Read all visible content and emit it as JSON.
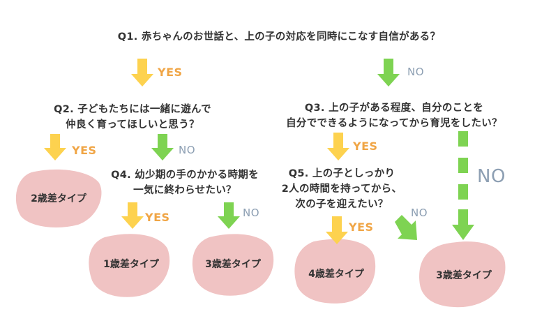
{
  "questions": {
    "q1": "Q1. 赤ちゃんのお世話と、上の子の対応を同時にこなす自信がある？",
    "q2": [
      "Q2. 子どもたちには一緒に遊んで",
      "仲良く育ってほしいと思う？"
    ],
    "q3": [
      "Q3. 上の子がある程度、自分のことを",
      "自分でできるようになってから育児をしたい？"
    ],
    "q4": [
      "Q4. 幼少期の手のかかる時期を",
      "一気に終わらせたい？"
    ],
    "q5": [
      "Q5. 上の子としっかり",
      "2人の時間を持ってから、",
      "次の子を迎えたい？"
    ]
  },
  "answers": {
    "yes": "YES",
    "no": "NO"
  },
  "results": {
    "r1": "2歳差タイプ",
    "r2": "1歳差タイプ",
    "r3": "3歳差タイプ",
    "r4": "4歳差タイプ",
    "r5": "3歳差タイプ"
  },
  "colors": {
    "yes_arrow": "#fdd24f",
    "no_arrow": "#7ed352",
    "yes_text": "#f0a545",
    "no_text": "#8d9fb3",
    "result_blob": "#f0c3c3"
  }
}
